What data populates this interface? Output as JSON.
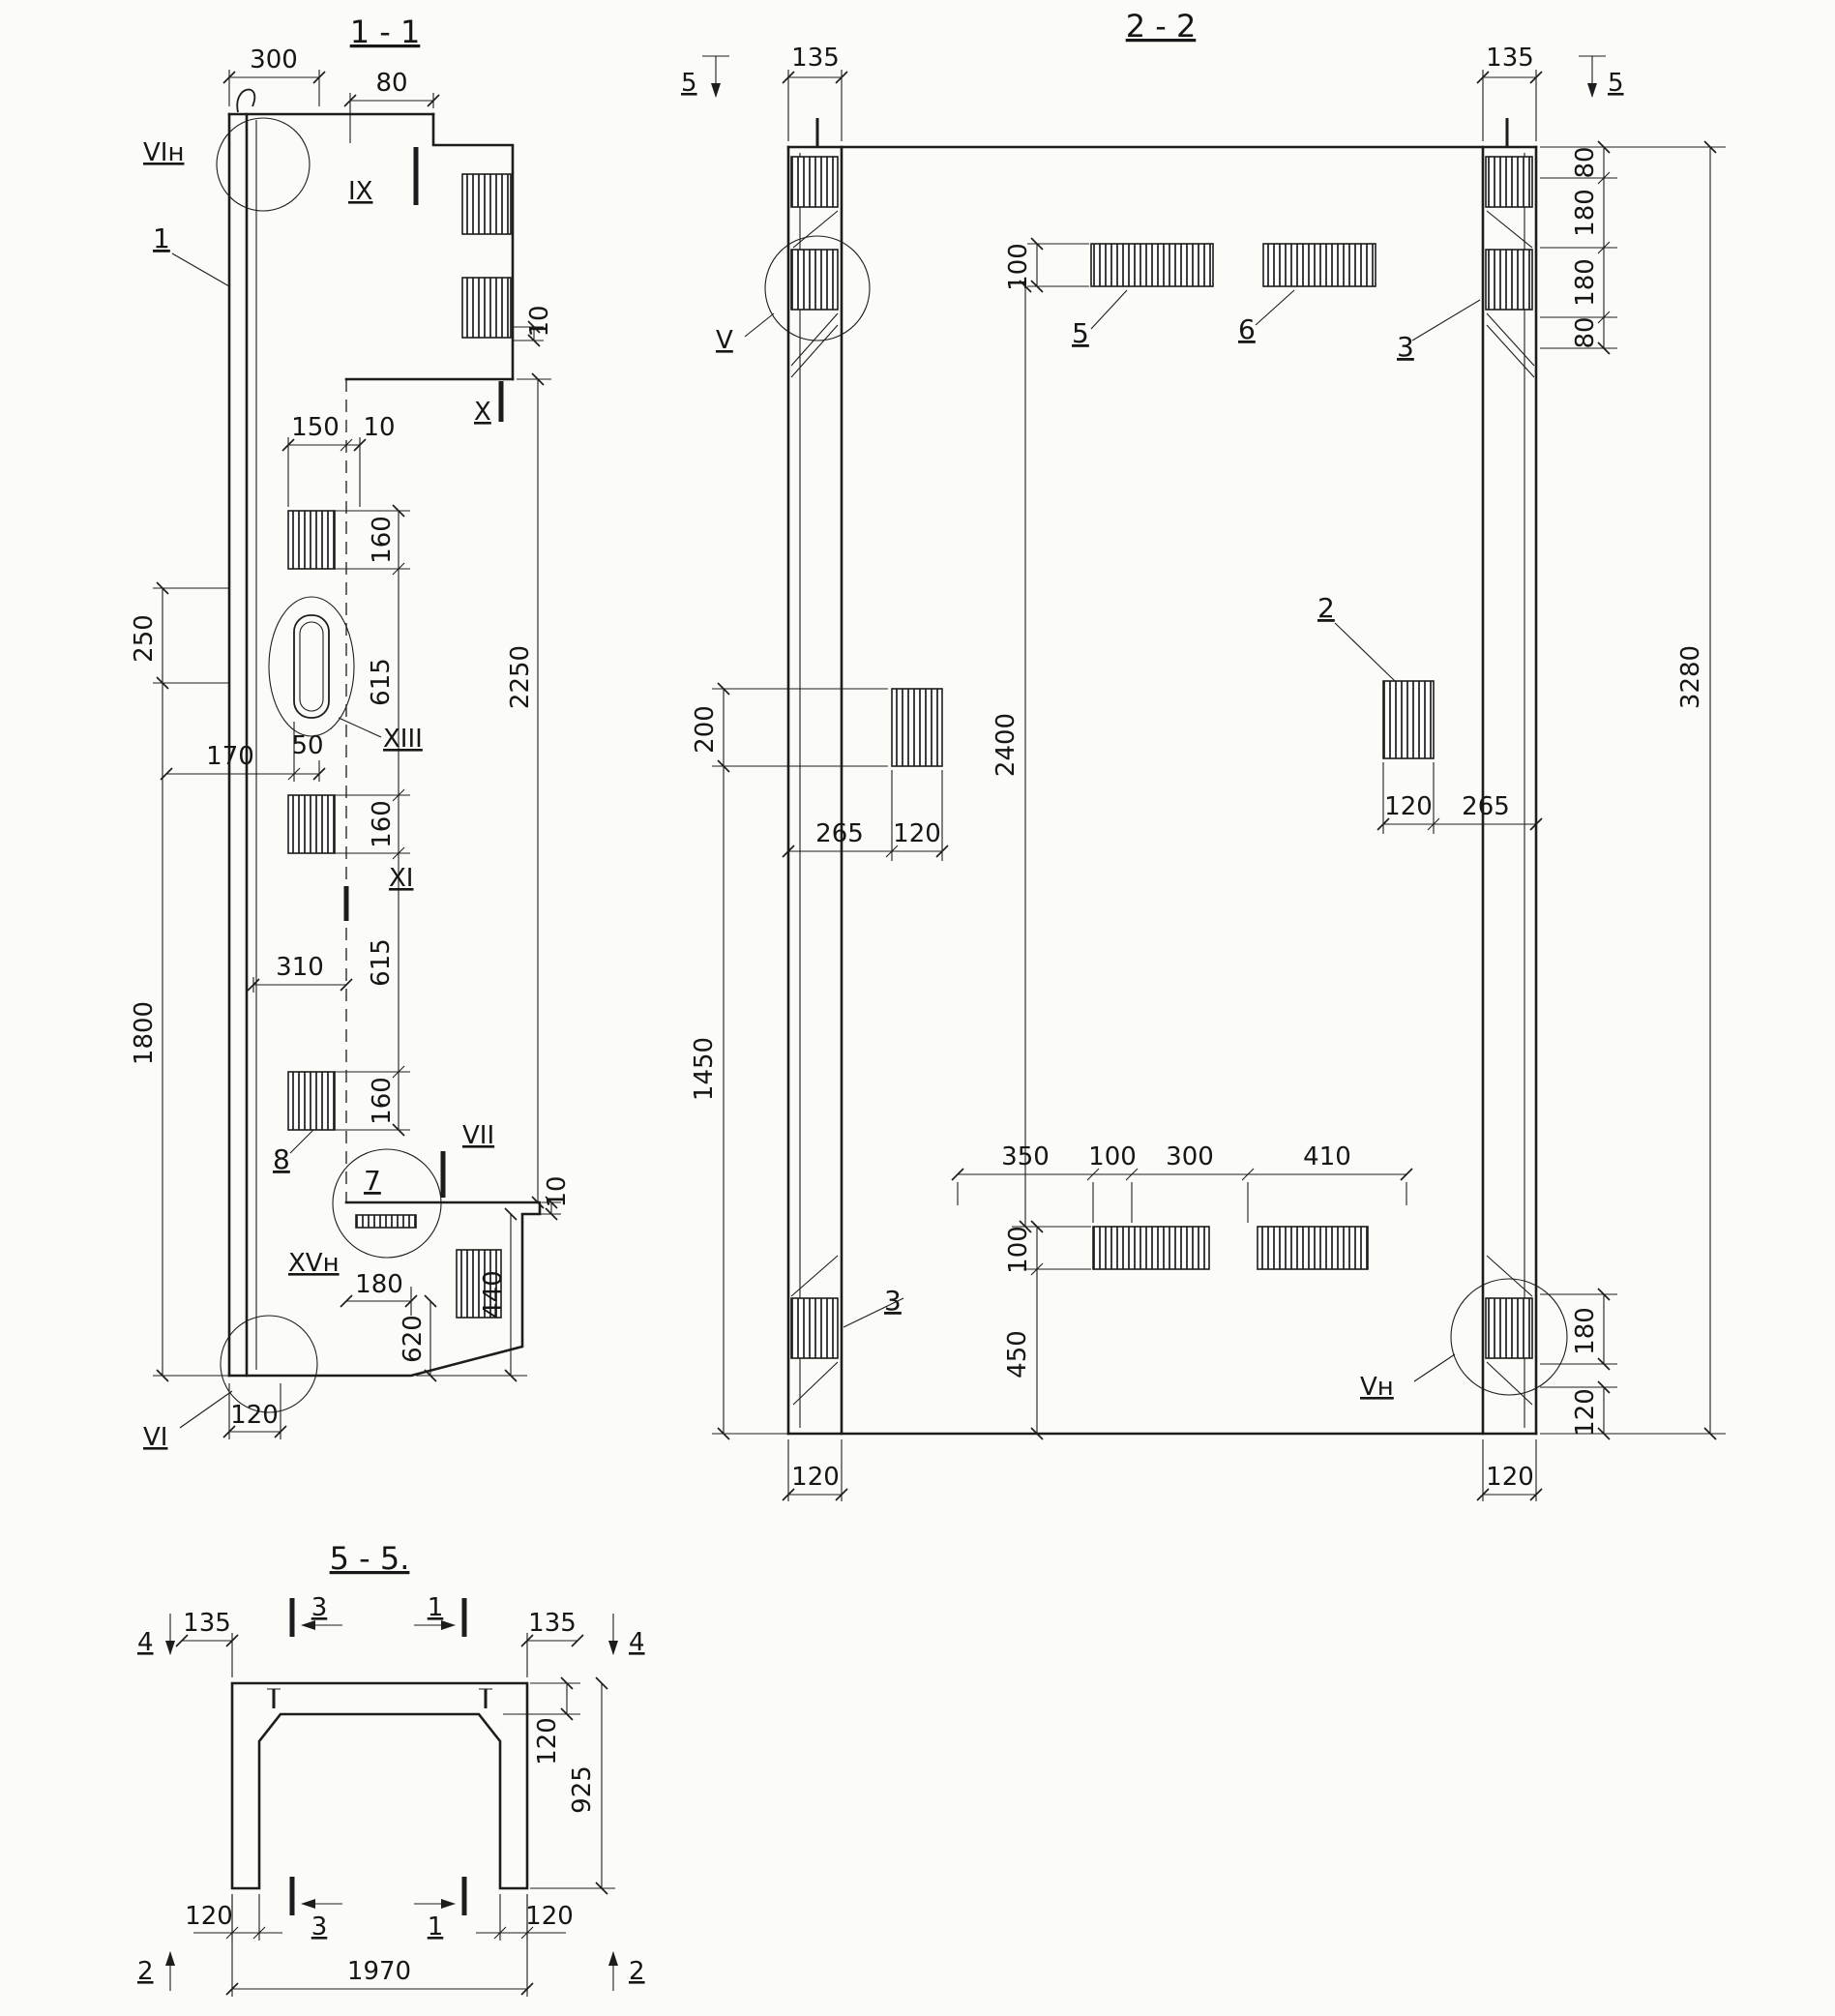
{
  "sheet": {
    "background": "#fbfbf8",
    "ink": "#1d1d1d"
  },
  "section_1_1": {
    "title": "1 - 1",
    "dims": {
      "top_width": "300",
      "top_notch": "80",
      "top_step": "10",
      "recess_width": "150",
      "recess_gap": "10",
      "plate_a_height": "160",
      "span_a_b": "615",
      "plate_b_height": "160",
      "span_b_c": "615",
      "plate_c_height": "160",
      "mid_total": "2250",
      "left_upper": "250",
      "slot_offset": "170",
      "slot_width": "50",
      "mid_width": "310",
      "left_lower": "1800",
      "foot_step": "10",
      "foot_height": "440",
      "foot_width": "180",
      "foot_drop": "620",
      "base_width": "120"
    },
    "marks": {
      "weld_vi_top": "VIн",
      "node_ix": "IX",
      "node_x": "X",
      "node_xiii": "XIII",
      "node_xi": "XI",
      "node_vii": "VII",
      "weld_xv": "XVн",
      "node_vi": "VI"
    },
    "parts": {
      "item_1": "1",
      "item_8": "8",
      "item_7": "7"
    }
  },
  "section_2_2": {
    "title": "2 - 2",
    "dims": {
      "rib_width_left": "135",
      "rib_width_right": "135",
      "edge_80_top": "80",
      "edge_180_upper": "180",
      "edge_180_lower": "180",
      "edge_80_bottom": "80",
      "total_height": "3280",
      "plate_top_offset": "100",
      "web_span": "2400",
      "mid_plate_height": "200",
      "lower_span": "1450",
      "mid_left_265": "265",
      "mid_left_120": "120",
      "mid_right_120": "120",
      "mid_right_265": "265",
      "bottom_350": "350",
      "bottom_100": "100",
      "bottom_300": "300",
      "bottom_410": "410",
      "plate_bottom_offset": "100",
      "bottom_gap": "450",
      "edge_180_foot": "180",
      "edge_120_foot": "120",
      "rib_foot_left": "120",
      "rib_foot_right": "120"
    },
    "marks": {
      "weld_v": "V",
      "weld_v_bottom": "Vн",
      "cut_5_left": "5",
      "cut_5_right": "5"
    },
    "parts": {
      "item_5": "5",
      "item_6": "6",
      "item_2": "2",
      "item_3_top": "3",
      "item_3_bottom": "3"
    }
  },
  "section_5_5": {
    "title": "5 - 5.",
    "dims": {
      "left_135": "135",
      "right_135": "135",
      "flange_120": "120",
      "height_925": "925",
      "leg_left_120": "120",
      "leg_right_120": "120",
      "overall_1970": "1970"
    },
    "marks": {
      "cut_4_left": "4",
      "cut_4_right": "4",
      "cut_3_top": "3",
      "cut_1_top": "1",
      "cut_3_bottom": "3",
      "cut_1_bottom": "1",
      "cut_2_left": "2",
      "cut_2_right": "2"
    }
  }
}
